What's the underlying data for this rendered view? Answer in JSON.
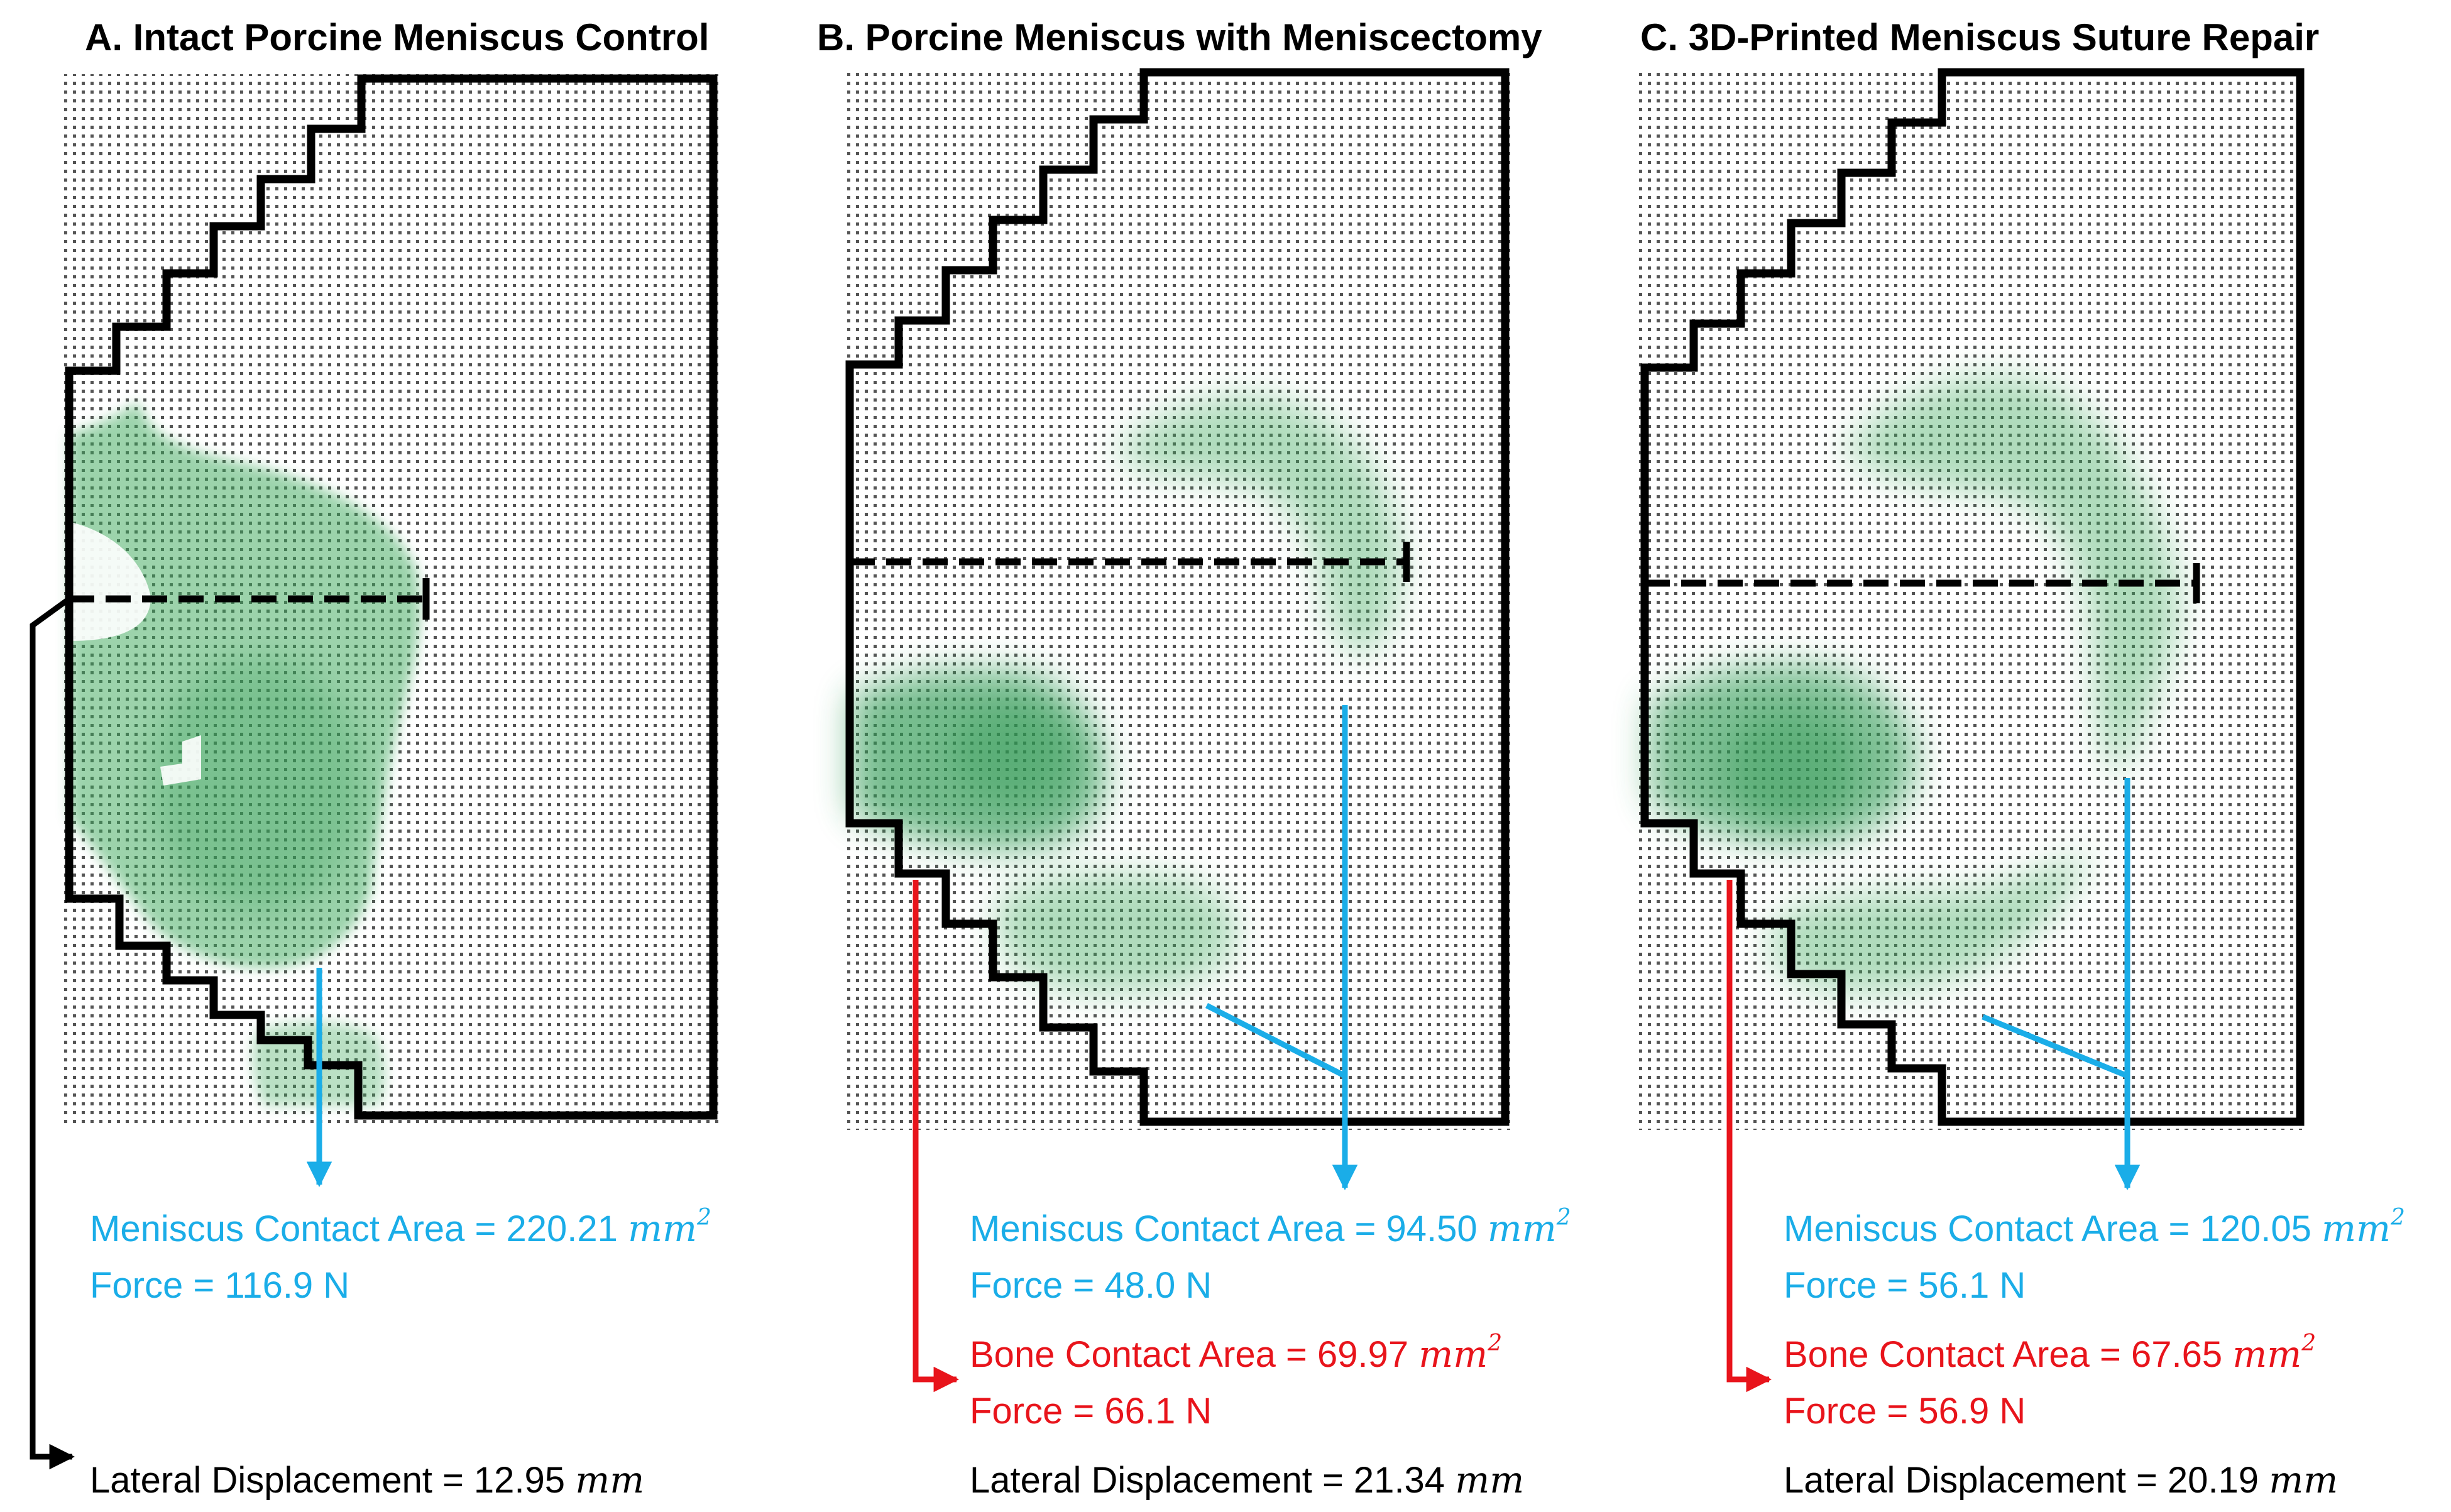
{
  "colors": {
    "meniscus": "#1AADE8",
    "bone": "#E8141B",
    "text": "#000000",
    "contact_green": "#3AA85A",
    "dots": "#555555",
    "outline": "#000000"
  },
  "panels": [
    {
      "title": "A. Intact Porcine Meniscus Control",
      "meniscus_label": "Meniscus Contact Area = 220.21",
      "meniscus_force": "Force = 116.9 N",
      "lateral_label": "Lateral Displacement = 12.95",
      "unit_area": "mm",
      "unit_exp": "2",
      "unit_len": "mm"
    },
    {
      "title": "B. Porcine Meniscus with Meniscectomy",
      "meniscus_label": "Meniscus Contact Area = 94.50",
      "meniscus_force": "Force = 48.0 N",
      "bone_label": "Bone Contact Area = 69.97",
      "bone_force": "Force = 66.1 N",
      "lateral_label": "Lateral Displacement = 21.34",
      "unit_area": "mm",
      "unit_exp": "2",
      "unit_len": "mm"
    },
    {
      "title": "C. 3D-Printed Meniscus Suture Repair",
      "meniscus_label": "Meniscus Contact Area = 120.05",
      "meniscus_force": "Force = 56.1 N",
      "bone_label": "Bone Contact Area = 67.65",
      "bone_force": "Force = 56.9 N",
      "lateral_label": "Lateral Displacement = 20.19",
      "unit_area": "mm",
      "unit_exp": "2",
      "unit_len": "mm"
    }
  ]
}
